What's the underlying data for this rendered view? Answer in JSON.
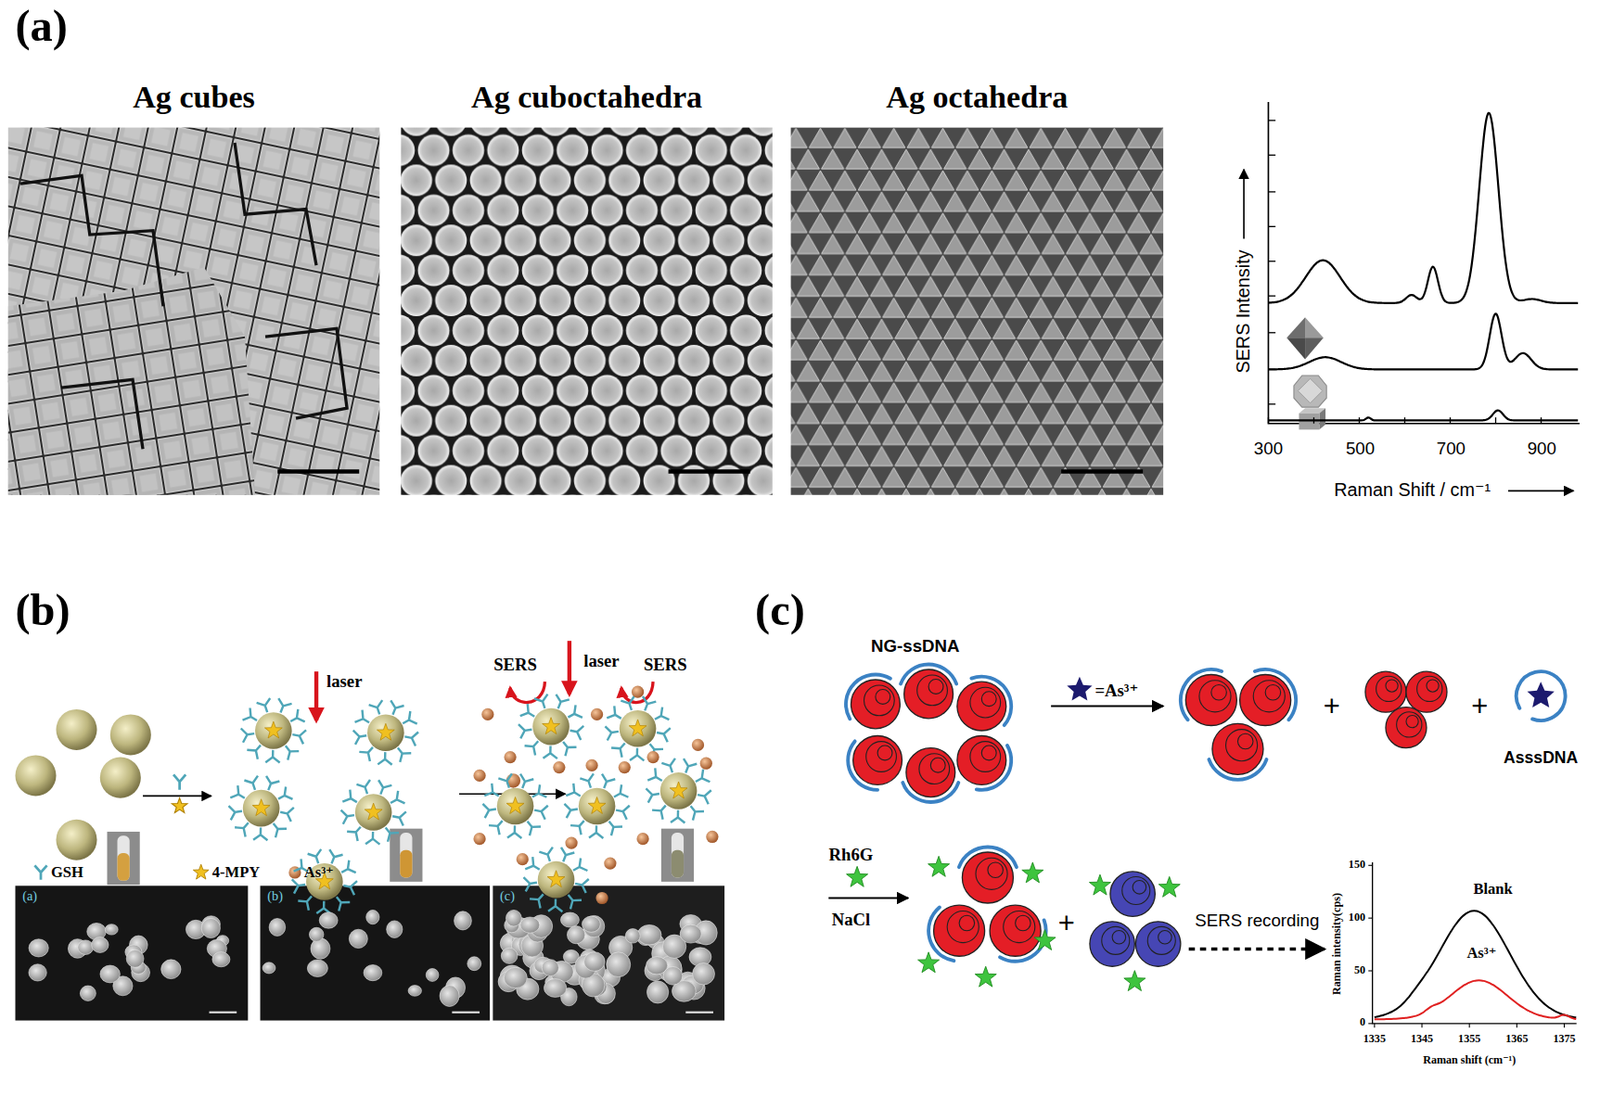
{
  "diagram": {
    "nodes": [
      {
        "text": [
          "Ag cubes"
        ]
      },
      {
        "text": [
          "Ag cuboctahedra"
        ]
      },
      {
        "text": [
          "Ag octahedra"
        ]
      },
      {
        "text": [
          "(a)"
        ]
      },
      {
        "text": [
          "(b)"
        ]
      },
      {
        "text": [
          "(c)"
        ]
      }
    ],
    "labels": [
      "(a)",
      "SERS Intensity",
      "300",
      "500",
      "700",
      "900",
      "Raman Shift / cm⁻¹",
      "(b)",
      "laser",
      "SERS",
      "laser",
      "SERS",
      "(c)",
      "NG-ssDNA",
      "=As³⁺",
      "+",
      "+",
      "AsssDNA",
      "Rh6G",
      "NaCl",
      "+",
      "SERS recording",
      "Raman intensity(cps)",
      "150",
      "100",
      "50",
      "0",
      "Blank",
      "As³⁺",
      "1335",
      "1345",
      "1355",
      "1365",
      "1375",
      "Raman shift (cm⁻¹)"
    ],
    "legend": [
      {
        "text": "GSH"
      },
      {
        "text": "4-MPY"
      },
      {
        "text": "As³⁺"
      }
    ]
  }
}
